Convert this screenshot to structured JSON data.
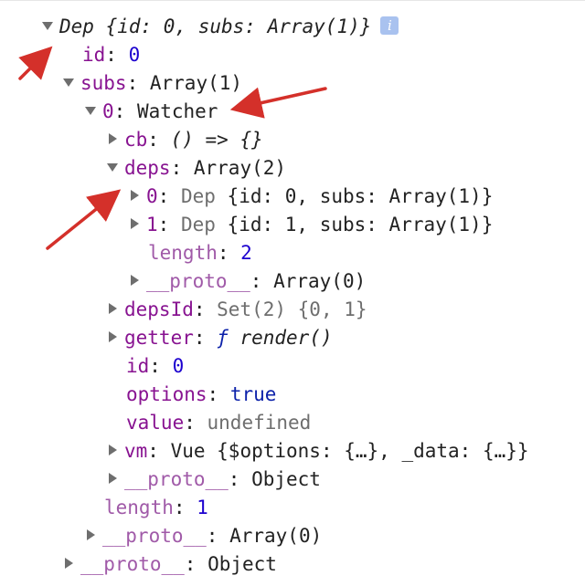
{
  "root": {
    "label": "Dep",
    "summary": "{id: 0, subs: Array(1)}",
    "info_icon": "i",
    "id_key": "id",
    "id_value": "0",
    "subs_key": "subs",
    "subs_value": "Array(1)",
    "watcher": {
      "index": "0",
      "type": "Watcher",
      "cb_key": "cb",
      "cb_value": "() => {}",
      "deps_key": "deps",
      "deps_value": "Array(2)",
      "deps_items": [
        {
          "index": "0",
          "type": "Dep",
          "summary": "{id: 0, subs: Array(1)}"
        },
        {
          "index": "1",
          "type": "Dep",
          "summary": "{id: 1, subs: Array(1)}"
        }
      ],
      "deps_length_key": "length",
      "deps_length_value": "2",
      "deps_proto_key": "__proto__",
      "deps_proto_value": "Array(0)",
      "depsId_key": "depsId",
      "depsId_value": "Set(2) {0, 1}",
      "getter_key": "getter",
      "getter_f": "ƒ",
      "getter_value": "render()",
      "id_key": "id",
      "id_value": "0",
      "options_key": "options",
      "options_value": "true",
      "value_key": "value",
      "value_value": "undefined",
      "vm_key": "vm",
      "vm_value": "Vue {$options: {…}, _data: {…}}",
      "proto_key": "__proto__",
      "proto_value": "Object"
    },
    "subs_length_key": "length",
    "subs_length_value": "1",
    "subs_proto_key": "__proto__",
    "subs_proto_value": "Array(0)",
    "proto_key": "__proto__",
    "proto_value": "Object"
  },
  "colors": {
    "key": "#881391",
    "number": "#1c00cf",
    "keyword": "#0d22aa",
    "arrow": "#d4302a",
    "badge": "#a9c2ef"
  }
}
